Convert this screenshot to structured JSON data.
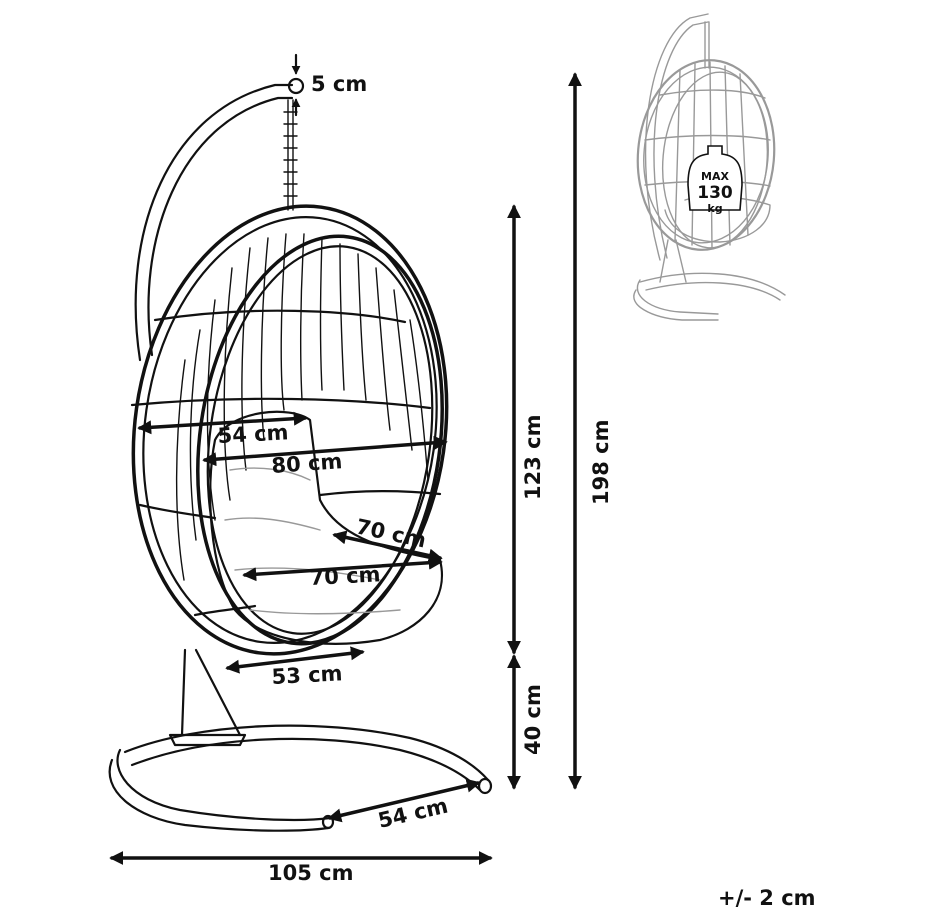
{
  "dimensions": {
    "gap": "5 cm",
    "seat_width_inner": "54 cm",
    "shell_width": "80 cm",
    "seat_depth": "70 cm",
    "cushion_width": "70 cm",
    "bottom_width": "53 cm",
    "shell_height": "123 cm",
    "total_height": "198 cm",
    "seat_ground_clearance": "40 cm",
    "base_depth": "54 cm",
    "base_width": "105 cm"
  },
  "tolerance": "+/- 2 cm",
  "weight_badge": {
    "line1": "MAX",
    "line2": "130",
    "line3": "kg"
  }
}
